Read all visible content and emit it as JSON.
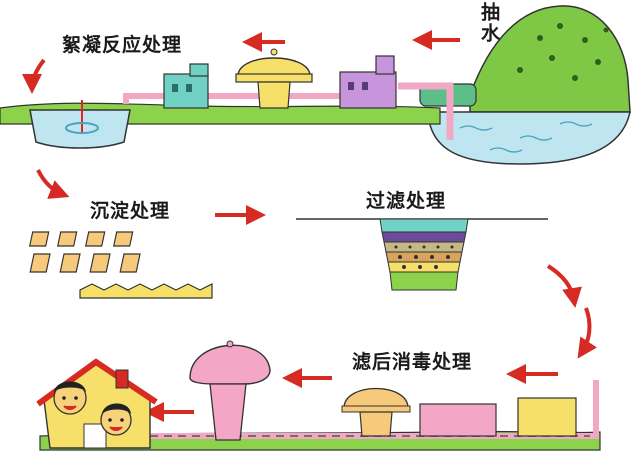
{
  "labels": {
    "flocculation": "絮凝反应处理",
    "pumping": "抽水",
    "sedimentation": "沉淀处理",
    "filtration": "过滤处理",
    "disinfection": "滤后消毒处理"
  },
  "colors": {
    "arrow": "#d62a22",
    "pipe": "#f2a7c4",
    "water": "#bfe6f0",
    "grass": "#8cd24b",
    "hill": "#7fc845",
    "tower_yellow": "#f7e06a",
    "tower_pink": "#f4a6c6",
    "building_purple": "#c795dc",
    "building_teal": "#6fd2c4",
    "sand": "#f7c97a"
  },
  "stages": [
    "pumping",
    "flocculation",
    "sedimentation",
    "filtration",
    "disinfection",
    "supply"
  ]
}
